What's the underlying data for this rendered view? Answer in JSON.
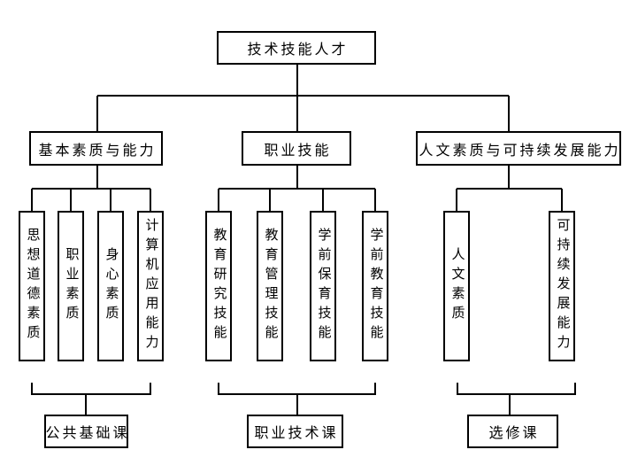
{
  "meta": {
    "background_color": "#ffffff",
    "line_color": "#000000",
    "text_color": "#000000"
  },
  "diagram": {
    "type": "tree",
    "root": {
      "label": "技术技能人才"
    },
    "branches": [
      {
        "label": "基本素质与能力",
        "children": [
          "思想道德素质",
          "职业素质",
          "身心素质",
          "计算机应用能力"
        ],
        "course": "公共基础课"
      },
      {
        "label": "职业技能",
        "children": [
          "教育研究技能",
          "教育管理技能",
          "学前保育技能",
          "学前教育技能"
        ],
        "course": "职业技术课"
      },
      {
        "label": "人文素质与可持续发展能力",
        "children": [
          "人文素质",
          "可持续发展能力"
        ],
        "course": "选修课"
      }
    ]
  }
}
